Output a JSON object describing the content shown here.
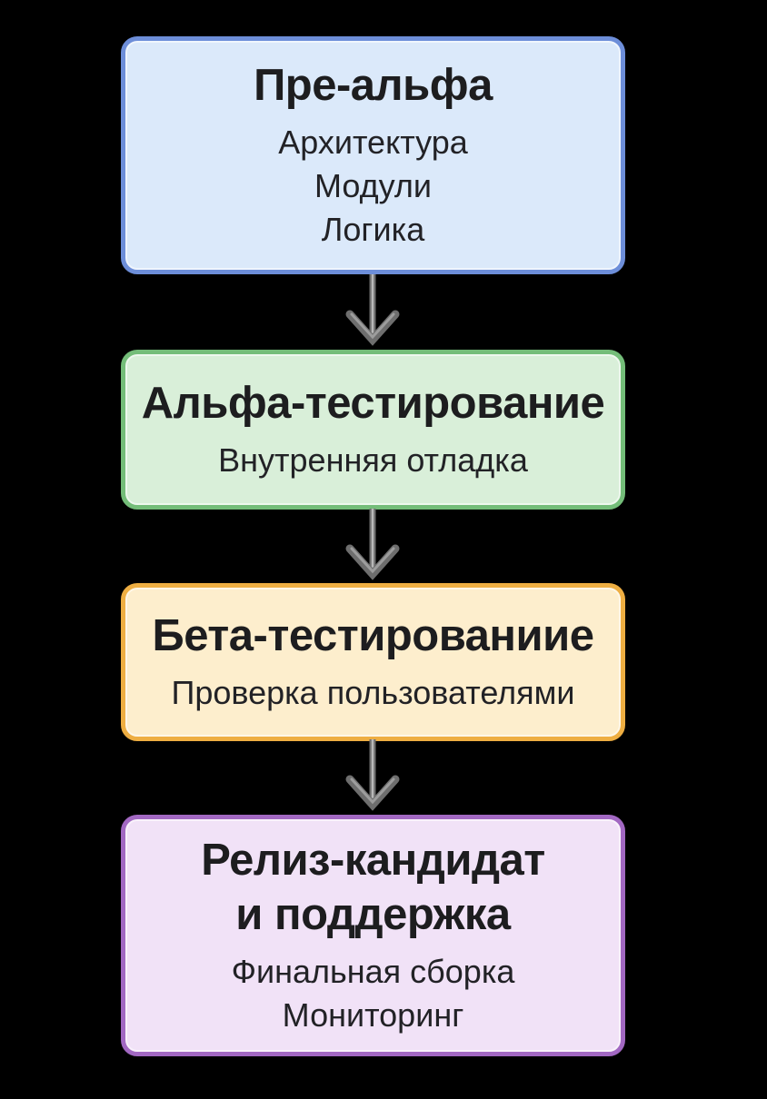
{
  "diagram": {
    "kind": "software-release-lifecycle-flowchart",
    "background_color": "#000000",
    "text_color": "#1d1d1f",
    "arrow": {
      "direction": "down",
      "edge_color": "#6e6e6e",
      "highlight_color": "#b8b8b8"
    },
    "stages": [
      {
        "id": "pre-alpha",
        "title_lines": [
          "Пре-альфа"
        ],
        "details": [
          "Архитектура",
          "Модули",
          "Логика"
        ],
        "fill": "#dbe9fa",
        "border": "#6d8ed9"
      },
      {
        "id": "alpha",
        "title_lines": [
          "Альфа-тестирование"
        ],
        "details": [
          "Внутренняя отладка"
        ],
        "fill": "#d9efd9",
        "border": "#74bd79"
      },
      {
        "id": "beta",
        "title_lines": [
          "Бета-тестированиие"
        ],
        "details": [
          "Проверка пользователями"
        ],
        "fill": "#fdeecd",
        "border": "#eeae42"
      },
      {
        "id": "release-candidate",
        "title_lines": [
          "Релиз-кандидат",
          "и поддержка"
        ],
        "details": [
          "Финальная сборка",
          "Мониторинг"
        ],
        "fill": "#f1e2f7",
        "border": "#a268c2"
      }
    ]
  }
}
